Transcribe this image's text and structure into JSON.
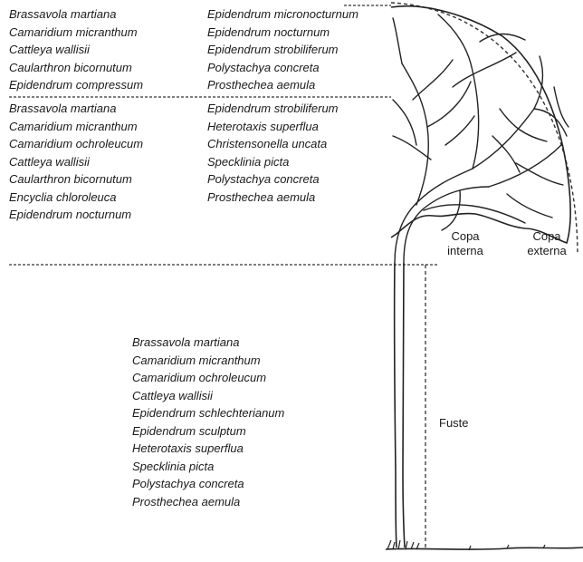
{
  "outer_crown": {
    "left": [
      "Brassavola martiana",
      "Camaridium micranthum",
      "Cattleya wallisii",
      "Caularthron bicornutum",
      "Epidendrum compressum"
    ],
    "right": [
      "Epidendrum micronocturnum",
      "Epidendrum nocturnum",
      "Epidendrum strobiliferum",
      "Polystachya concreta",
      "Prosthechea aemula"
    ]
  },
  "inner_crown": {
    "left": [
      "Brassavola martiana",
      "Camaridium micranthum",
      "Camaridium ochroleucum",
      "Cattleya wallisii",
      "Caularthron bicornutum",
      "Encyclia chloroleuca",
      "Epidendrum nocturnum"
    ],
    "right": [
      "Epidendrum strobiliferum",
      "Heterotaxis superflua",
      "Christensonella uncata",
      "Specklinia picta",
      "Polystachya concreta",
      "Prosthechea aemula"
    ]
  },
  "trunk": {
    "species": [
      "Brassavola martiana",
      "Camaridium micranthum",
      "Camaridium ochroleucum",
      "Cattleya wallisii",
      "Epidendrum schlechterianum",
      "Epidendrum sculptum",
      "Heterotaxis superflua",
      "Specklinia picta",
      "Polystachya concreta",
      "Prosthechea aemula"
    ]
  },
  "labels": {
    "inner_crown": [
      "Copa",
      "interna"
    ],
    "outer_crown": [
      "Copa",
      "externa"
    ],
    "trunk": "Fuste"
  }
}
